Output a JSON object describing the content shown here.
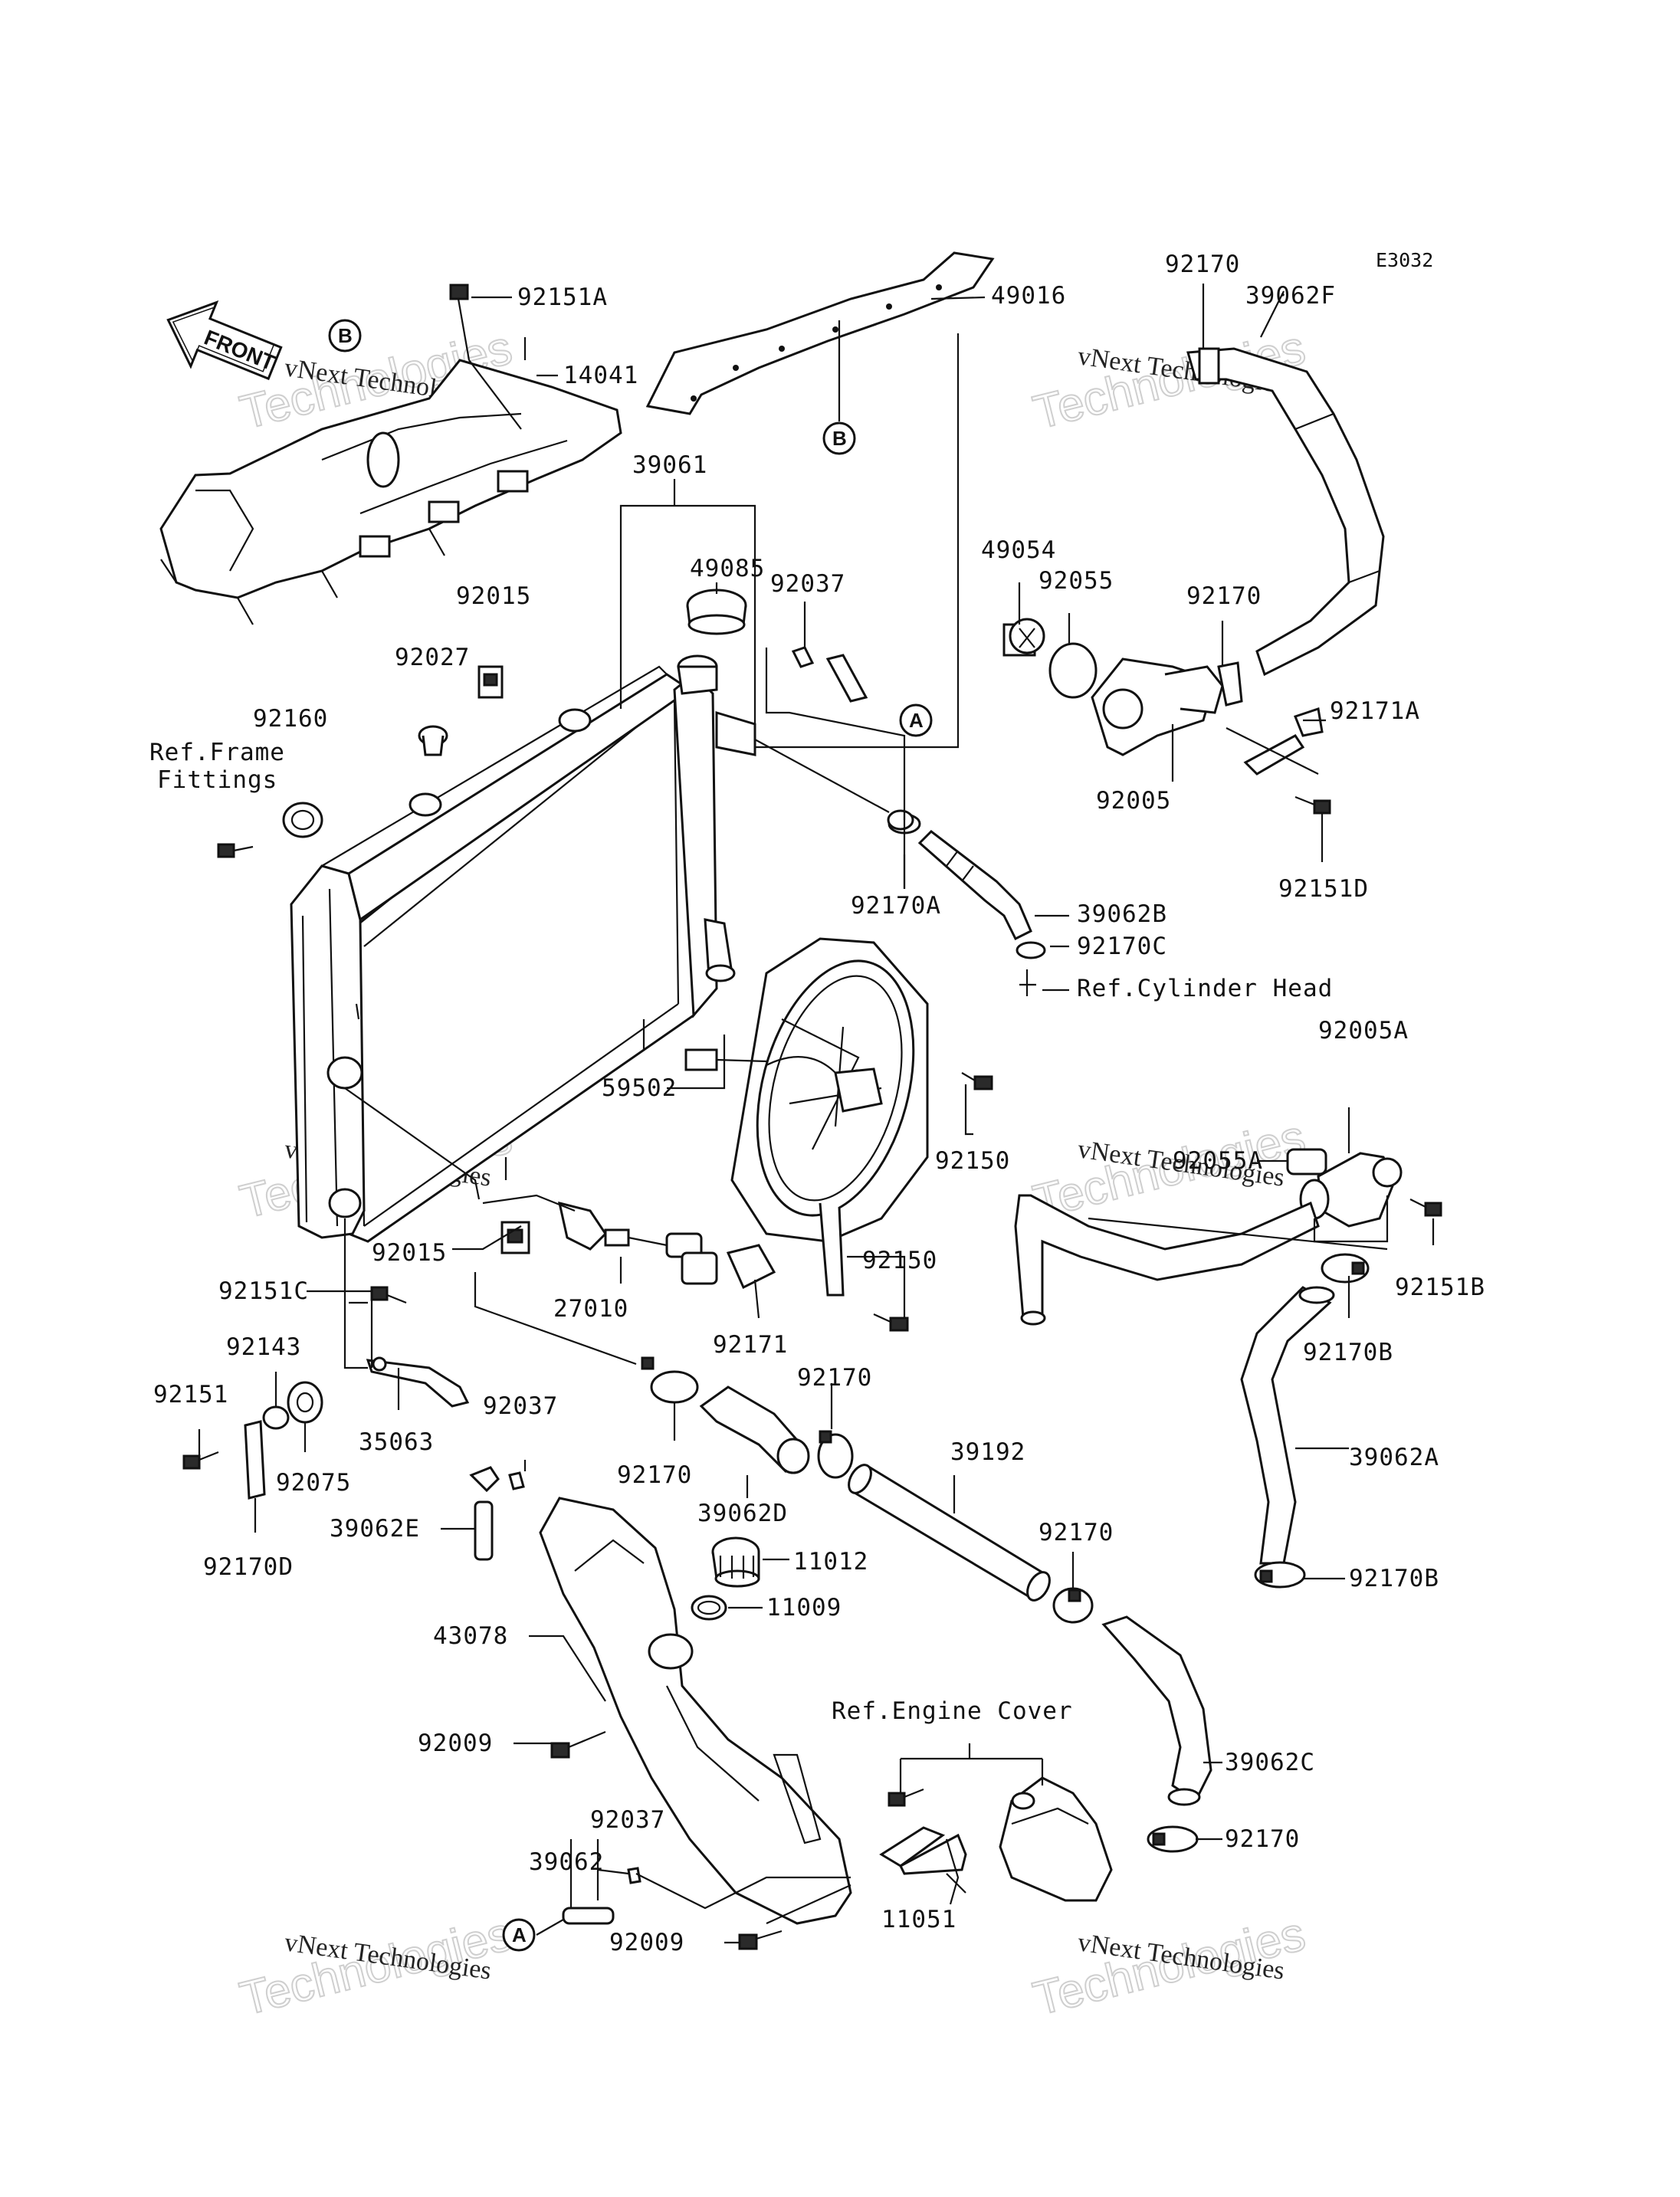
{
  "diagram_code": "E3032",
  "front_label": "FRONT",
  "watermark": {
    "line1": "vNext Technologies",
    "line2": "Technologies"
  },
  "circle_refs": {
    "a": "A",
    "b": "B"
  },
  "refs": {
    "frame_line1": "Ref.Frame",
    "frame_line2": "Fittings",
    "cylinder_head": "Ref.Cylinder Head",
    "engine_cover": "Ref.Engine Cover"
  },
  "parts": {
    "p92151A": "92151A",
    "p49016": "49016",
    "p14041": "14041",
    "p39061": "39061",
    "p49085": "49085",
    "p92037_top": "92037",
    "p92015_top": "92015",
    "p92027": "92027",
    "p92160": "92160",
    "p92170_top": "92170",
    "p39062F": "39062F",
    "p49054": "49054",
    "p92055": "92055",
    "p92170_mid": "92170",
    "p92171A": "92171A",
    "p92005": "92005",
    "p92151D": "92151D",
    "p92170A": "92170A",
    "p39062B": "39062B",
    "p92170C": "92170C",
    "p92005A": "92005A",
    "p92055A": "92055A",
    "p59502": "59502",
    "p92150_a": "92150",
    "p92151B": "92151B",
    "p92015_bot": "92015",
    "p27010": "27010",
    "p92150_b": "92150",
    "p92171": "92171",
    "p92170B_a": "92170B",
    "p92151C": "92151C",
    "p92143": "92143",
    "p92151": "92151",
    "p35063": "35063",
    "p92037_mid": "92037",
    "p92075": "92075",
    "p92170_c": "92170",
    "p92170_d": "92170",
    "p39192": "39192",
    "p39062A": "39062A",
    "p39062D": "39062D",
    "p92170D": "92170D",
    "p39062E": "39062E",
    "p92170_e": "92170",
    "p11012": "11012",
    "p92170B_b": "92170B",
    "p11009": "11009",
    "p43078": "43078",
    "p92009_a": "92009",
    "p39062C": "39062C",
    "p92170_f": "92170",
    "p92037_bot": "92037",
    "p39062": "39062",
    "p92009_b": "92009",
    "p11051": "11051"
  }
}
